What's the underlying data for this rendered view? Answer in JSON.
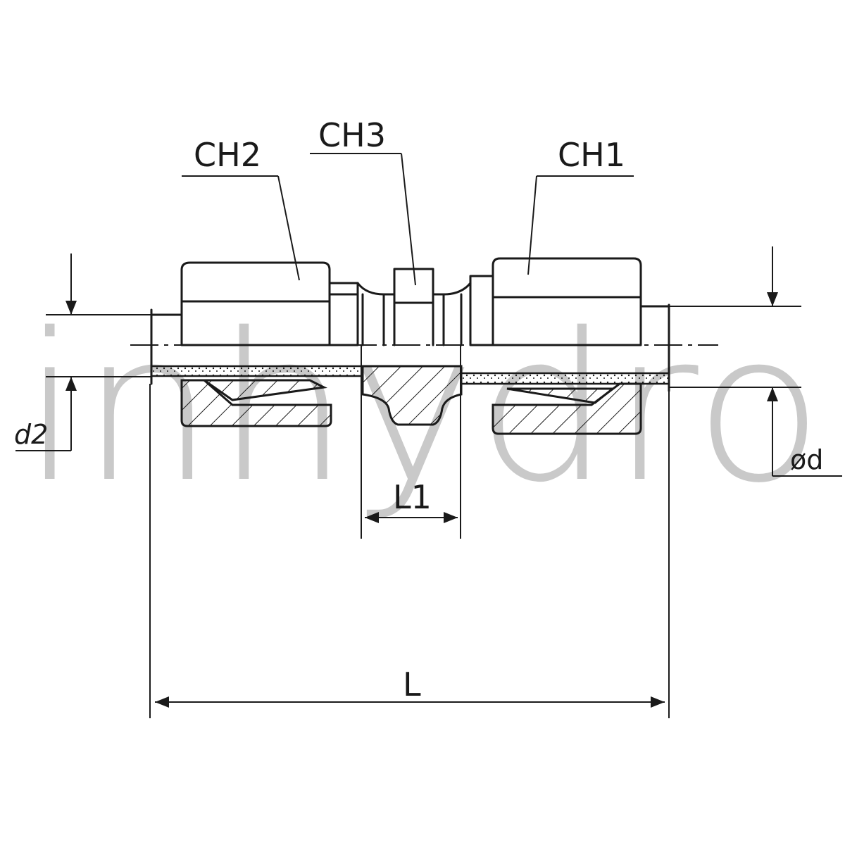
{
  "watermark": "inhydro",
  "labels": {
    "ch1": "CH1",
    "ch2": "CH2",
    "ch3": "CH3",
    "d2": "d2",
    "d": "ød",
    "l1": "L1",
    "l": "L"
  }
}
